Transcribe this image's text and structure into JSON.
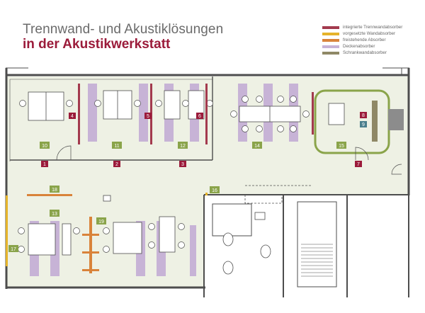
{
  "title": {
    "line1": "Trennwand- und Akustiklösungen",
    "line2": "in der Akustikwerkstatt"
  },
  "legend": [
    {
      "label": "integrierte Trennwandabsorber",
      "color": "#a33a4e"
    },
    {
      "label": "vorgesetzte Wandabsorber",
      "color": "#e5b32a"
    },
    {
      "label": "freistehende Absorber",
      "color": "#d9833a"
    },
    {
      "label": "Deckenabsorber",
      "color": "#c7b3d6"
    },
    {
      "label": "Schrankwandabsorber",
      "color": "#8f8866"
    }
  ],
  "colors": {
    "wall": "#4d4d4d",
    "floor": "#eef1e4",
    "ceiling_absorber": "#c7b3d6",
    "partition_absorber": "#a33a4e",
    "wall_absorber": "#e5b32a",
    "freestanding_absorber": "#d9833a",
    "cabinet_absorber": "#8f8866",
    "red_marker": "#9b1b3a",
    "green_marker": "#8aa44a",
    "teal_marker": "#4a7f8c"
  },
  "markers": {
    "red": [
      "1",
      "2",
      "3",
      "4",
      "5",
      "6",
      "7",
      "8"
    ],
    "teal": [
      "9"
    ],
    "green": [
      "10",
      "11",
      "12",
      "13",
      "14",
      "15",
      "16",
      "17",
      "18",
      "19"
    ]
  }
}
